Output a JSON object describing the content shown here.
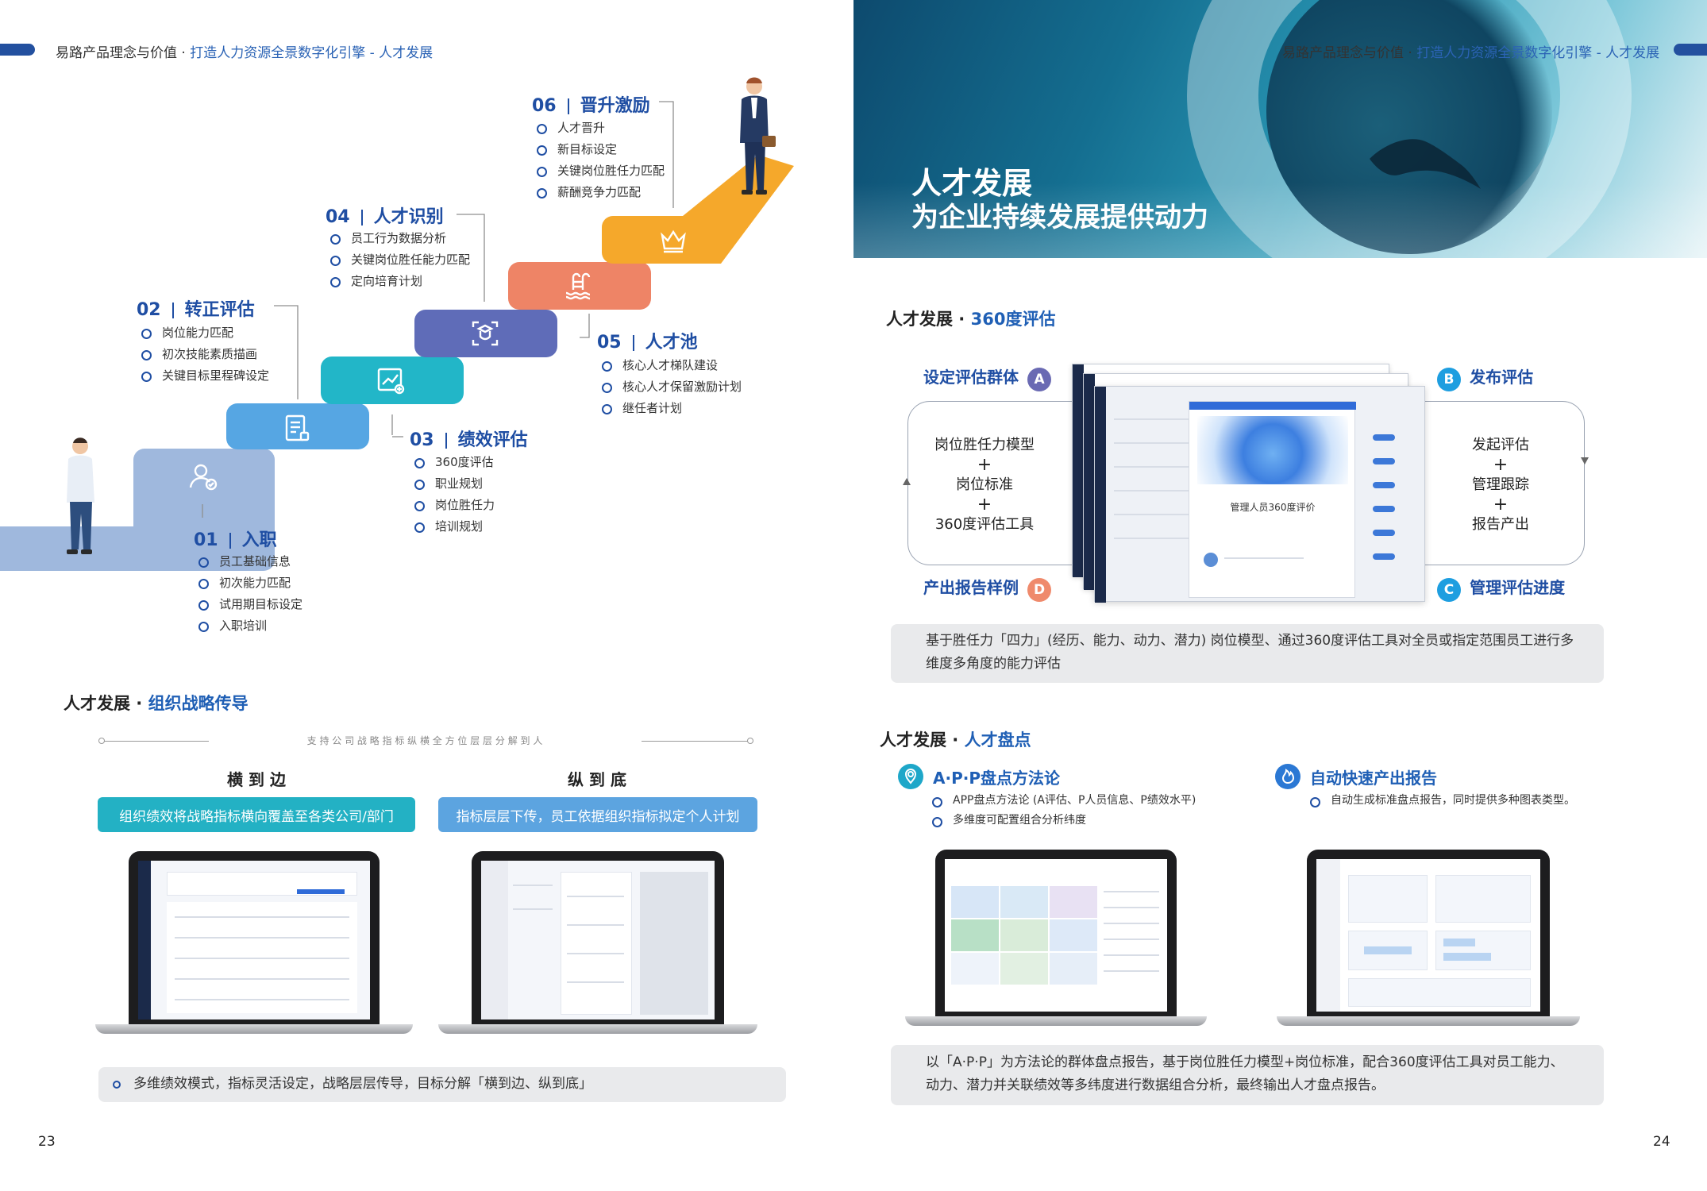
{
  "header": {
    "left_prefix": "易路产品理念与价值 · ",
    "left_highlight": "打造人力资源全景数字化引擎 - 人才发展",
    "right_prefix": "易路产品理念与价值 · ",
    "right_highlight": "打造人力资源全景数字化引擎 - 人才发展"
  },
  "hero": {
    "title": "人才发展",
    "subtitle": "为企业持续发展提供动力"
  },
  "stages": [
    {
      "num": "01",
      "title": "入职",
      "items": [
        "员工基础信息",
        "初次能力匹配",
        "试用期目标设定",
        "入职培训"
      ]
    },
    {
      "num": "02",
      "title": "转正评估",
      "items": [
        "岗位能力匹配",
        "初次技能素质描画",
        "关键目标里程碑设定"
      ]
    },
    {
      "num": "03",
      "title": "绩效评估",
      "items": [
        "360度评估",
        "职业规划",
        "岗位胜任力",
        "培训规划"
      ]
    },
    {
      "num": "04",
      "title": "人才识别",
      "items": [
        "员工行为数据分析",
        "关键岗位胜任能力匹配",
        "定向培育计划"
      ]
    },
    {
      "num": "05",
      "title": "人才池",
      "items": [
        "核心人才梯队建设",
        "核心人才保留激励计划",
        "继任者计划"
      ]
    },
    {
      "num": "06",
      "title": "晋升激励",
      "items": [
        "人才晋升",
        "新目标设定",
        "关键岗位胜任力匹配",
        "薪酬竞争力匹配"
      ]
    }
  ],
  "step_colors": [
    "#9fb8dd",
    "#56a6e3",
    "#22b6c8",
    "#5f6cb8",
    "#ee8466",
    "#f5a82b"
  ],
  "strategy": {
    "title_prefix": "人才发展 · ",
    "title_highlight": "组织战略传导",
    "tagline": "支 持 公 司 战 略 指 标 纵 横 全 方 位 层 层 分 解 到 人",
    "left_heading": "横 到 边",
    "right_heading": "纵 到 底",
    "left_button": "组织绩效将战略指标横向覆盖至各类公司/部门",
    "right_button": "指标层层下传，员工依据组织指标拟定个人计划",
    "note": "多维绩效模式，指标灵活设定，战略层层传导，目标分解「横到边、纵到底」"
  },
  "eval360": {
    "title_prefix": "人才发展 · ",
    "title_highlight": "360度评估",
    "a_label": "设定评估群体",
    "b_label": "发布评估",
    "c_label": "管理评估进度",
    "d_label": "产出报告样例",
    "badges": [
      "A",
      "B",
      "C",
      "D"
    ],
    "badge_colors": [
      "#6a6ab3",
      "#1e9ee0",
      "#1e9ee0",
      "#ef8a6c"
    ],
    "left_lines": [
      "岗位胜任力模型",
      "+",
      "岗位标准",
      "+",
      "360度评估工具"
    ],
    "right_lines": [
      "发起评估",
      "+",
      "管理跟踪",
      "+",
      "报告产出"
    ],
    "screen_caption": "管理人员360度评价",
    "note": "基于胜任力「四力」(经历、能力、动力、潜力) 岗位模型、通过360度评估工具对全员或指定范围员工进行多维度多角度的能力评估"
  },
  "inventory": {
    "title_prefix": "人才发展 · ",
    "title_highlight": "人才盘点",
    "left_heading": "A·P·P盘点方法论",
    "left_items": [
      "APP盘点方法论 (A评估、P人员信息、P绩效水平)",
      "多维度可配置组合分析纬度"
    ],
    "right_heading": "自动快速产出报告",
    "right_items": [
      "自动生成标准盘点报告，同时提供多种图表类型。"
    ],
    "note": "以「A·P·P」为方法论的群体盘点报告，基于岗位胜任力模型+岗位标准，配合360度评估工具对员工能力、动力、潜力并关联绩效等多纬度进行数据组合分析，最终输出人才盘点报告。"
  },
  "page_numbers": {
    "left": "23",
    "right": "24"
  }
}
